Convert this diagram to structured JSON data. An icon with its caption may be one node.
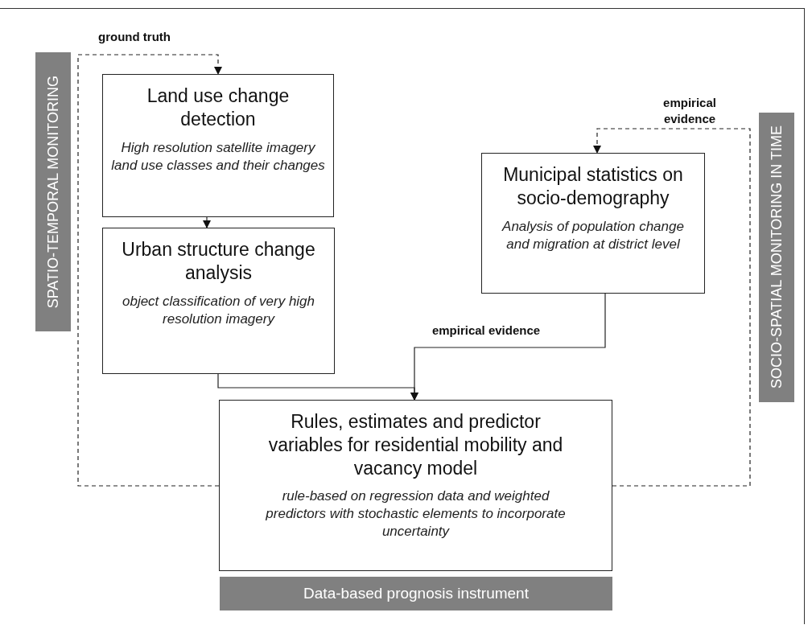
{
  "diagram": {
    "nodes": [
      {
        "text": [
          "SPATIO-TEMPORAL MONITORING"
        ]
      },
      {
        "text": [
          "Land use change detection",
          "High resolution satellite imagery land use classes and their changes"
        ]
      },
      {
        "text": [
          "Urban structure change analysis",
          "object classification of very high resolution imagery"
        ]
      },
      {
        "text": [
          "Municipal statistics on socio-demography",
          "Analysis of population change and migration at district level"
        ]
      },
      {
        "text": [
          "SOCIO-SPATIAL MONITORING IN TIME"
        ]
      },
      {
        "text": [
          "Rules, estimates and predictor variables for residential mobility and vacancy model",
          "rule-based on regression data and weighted predictors with stochastic elements to incorporate uncertainty"
        ]
      },
      {
        "text": [
          "Data-based prognosis instrument"
        ]
      }
    ],
    "edges": [
      {
        "from": 5,
        "to": 1,
        "arrow": "to",
        "label": "ground truth",
        "style": "dashed"
      },
      {
        "from": 1,
        "to": 2,
        "arrow": "to"
      },
      {
        "from": 2,
        "to": 5,
        "arrow": "to"
      },
      {
        "from": 3,
        "to": 5,
        "arrow": "to",
        "label": "empirical evidence"
      },
      {
        "from": 5,
        "to": 3,
        "arrow": "to",
        "label": "empirical evidence",
        "style": "dashed"
      }
    ]
  }
}
